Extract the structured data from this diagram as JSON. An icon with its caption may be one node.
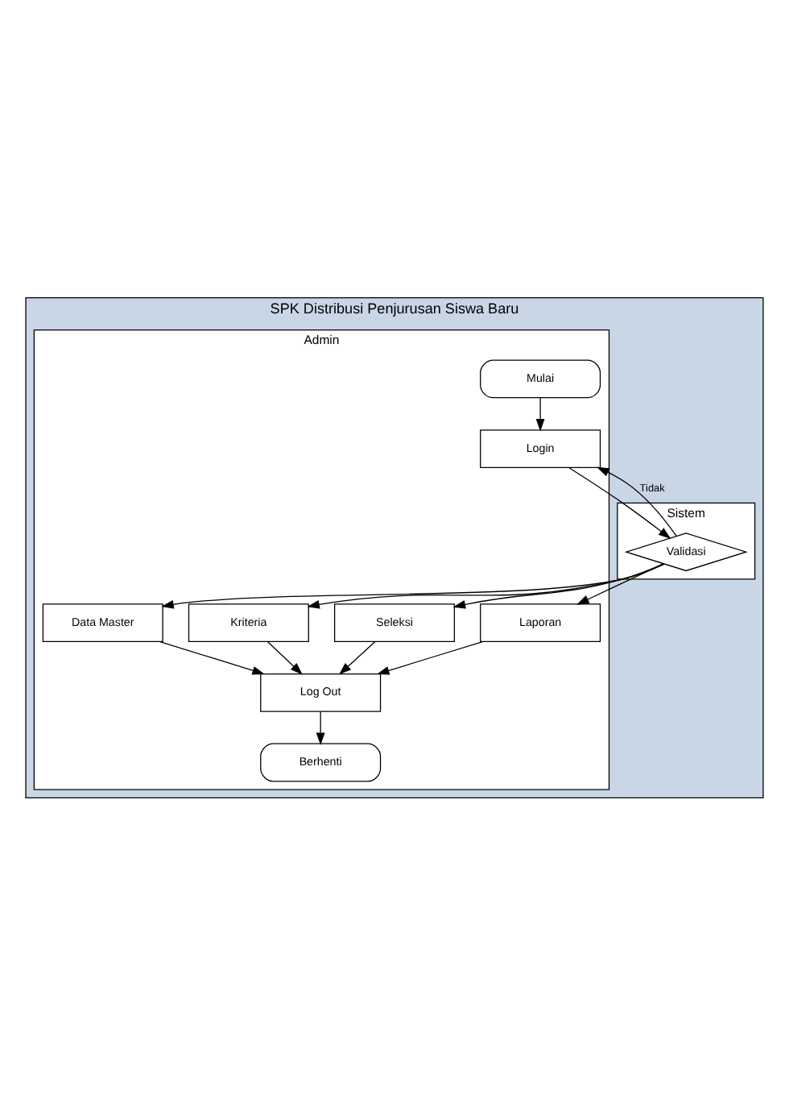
{
  "diagram": {
    "nodes": [
      {
        "text": [
          "SPK Distribusi Penjurusan Siswa Baru"
        ]
      },
      {
        "text": [
          "Admin"
        ],
        "in": 0
      },
      {
        "text": [
          "Sistem"
        ],
        "in": 0
      },
      {
        "text": [
          "Mulai"
        ],
        "in": 1
      },
      {
        "text": [
          "Login"
        ],
        "in": 1
      },
      {
        "text": [
          "Validasi"
        ],
        "in": 2
      },
      {
        "text": [
          "Data Master"
        ],
        "in": 1
      },
      {
        "text": [
          "Kriteria"
        ],
        "in": 1
      },
      {
        "text": [
          "Seleksi"
        ],
        "in": 1
      },
      {
        "text": [
          "Laporan"
        ],
        "in": 1
      },
      {
        "text": [
          "Log Out"
        ],
        "in": 1
      },
      {
        "text": [
          "Berhenti"
        ],
        "in": 1
      }
    ],
    "edges": [
      {
        "from": 3,
        "to": 4,
        "arrow": "to"
      },
      {
        "from": 4,
        "to": 5,
        "arrow": "to"
      },
      {
        "from": 5,
        "to": 4,
        "label": "Tidak",
        "arrow": "to"
      },
      {
        "from": 5,
        "to": 6,
        "arrow": "to"
      },
      {
        "from": 5,
        "to": 7,
        "arrow": "to"
      },
      {
        "from": 5,
        "to": 8,
        "arrow": "to"
      },
      {
        "from": 5,
        "to": 9,
        "arrow": "to"
      },
      {
        "from": 6,
        "to": 10,
        "arrow": "to"
      },
      {
        "from": 7,
        "to": 10,
        "arrow": "to"
      },
      {
        "from": 8,
        "to": 10,
        "arrow": "to"
      },
      {
        "from": 9,
        "to": 10,
        "arrow": "to"
      },
      {
        "from": 10,
        "to": 11,
        "arrow": "to"
      }
    ]
  }
}
